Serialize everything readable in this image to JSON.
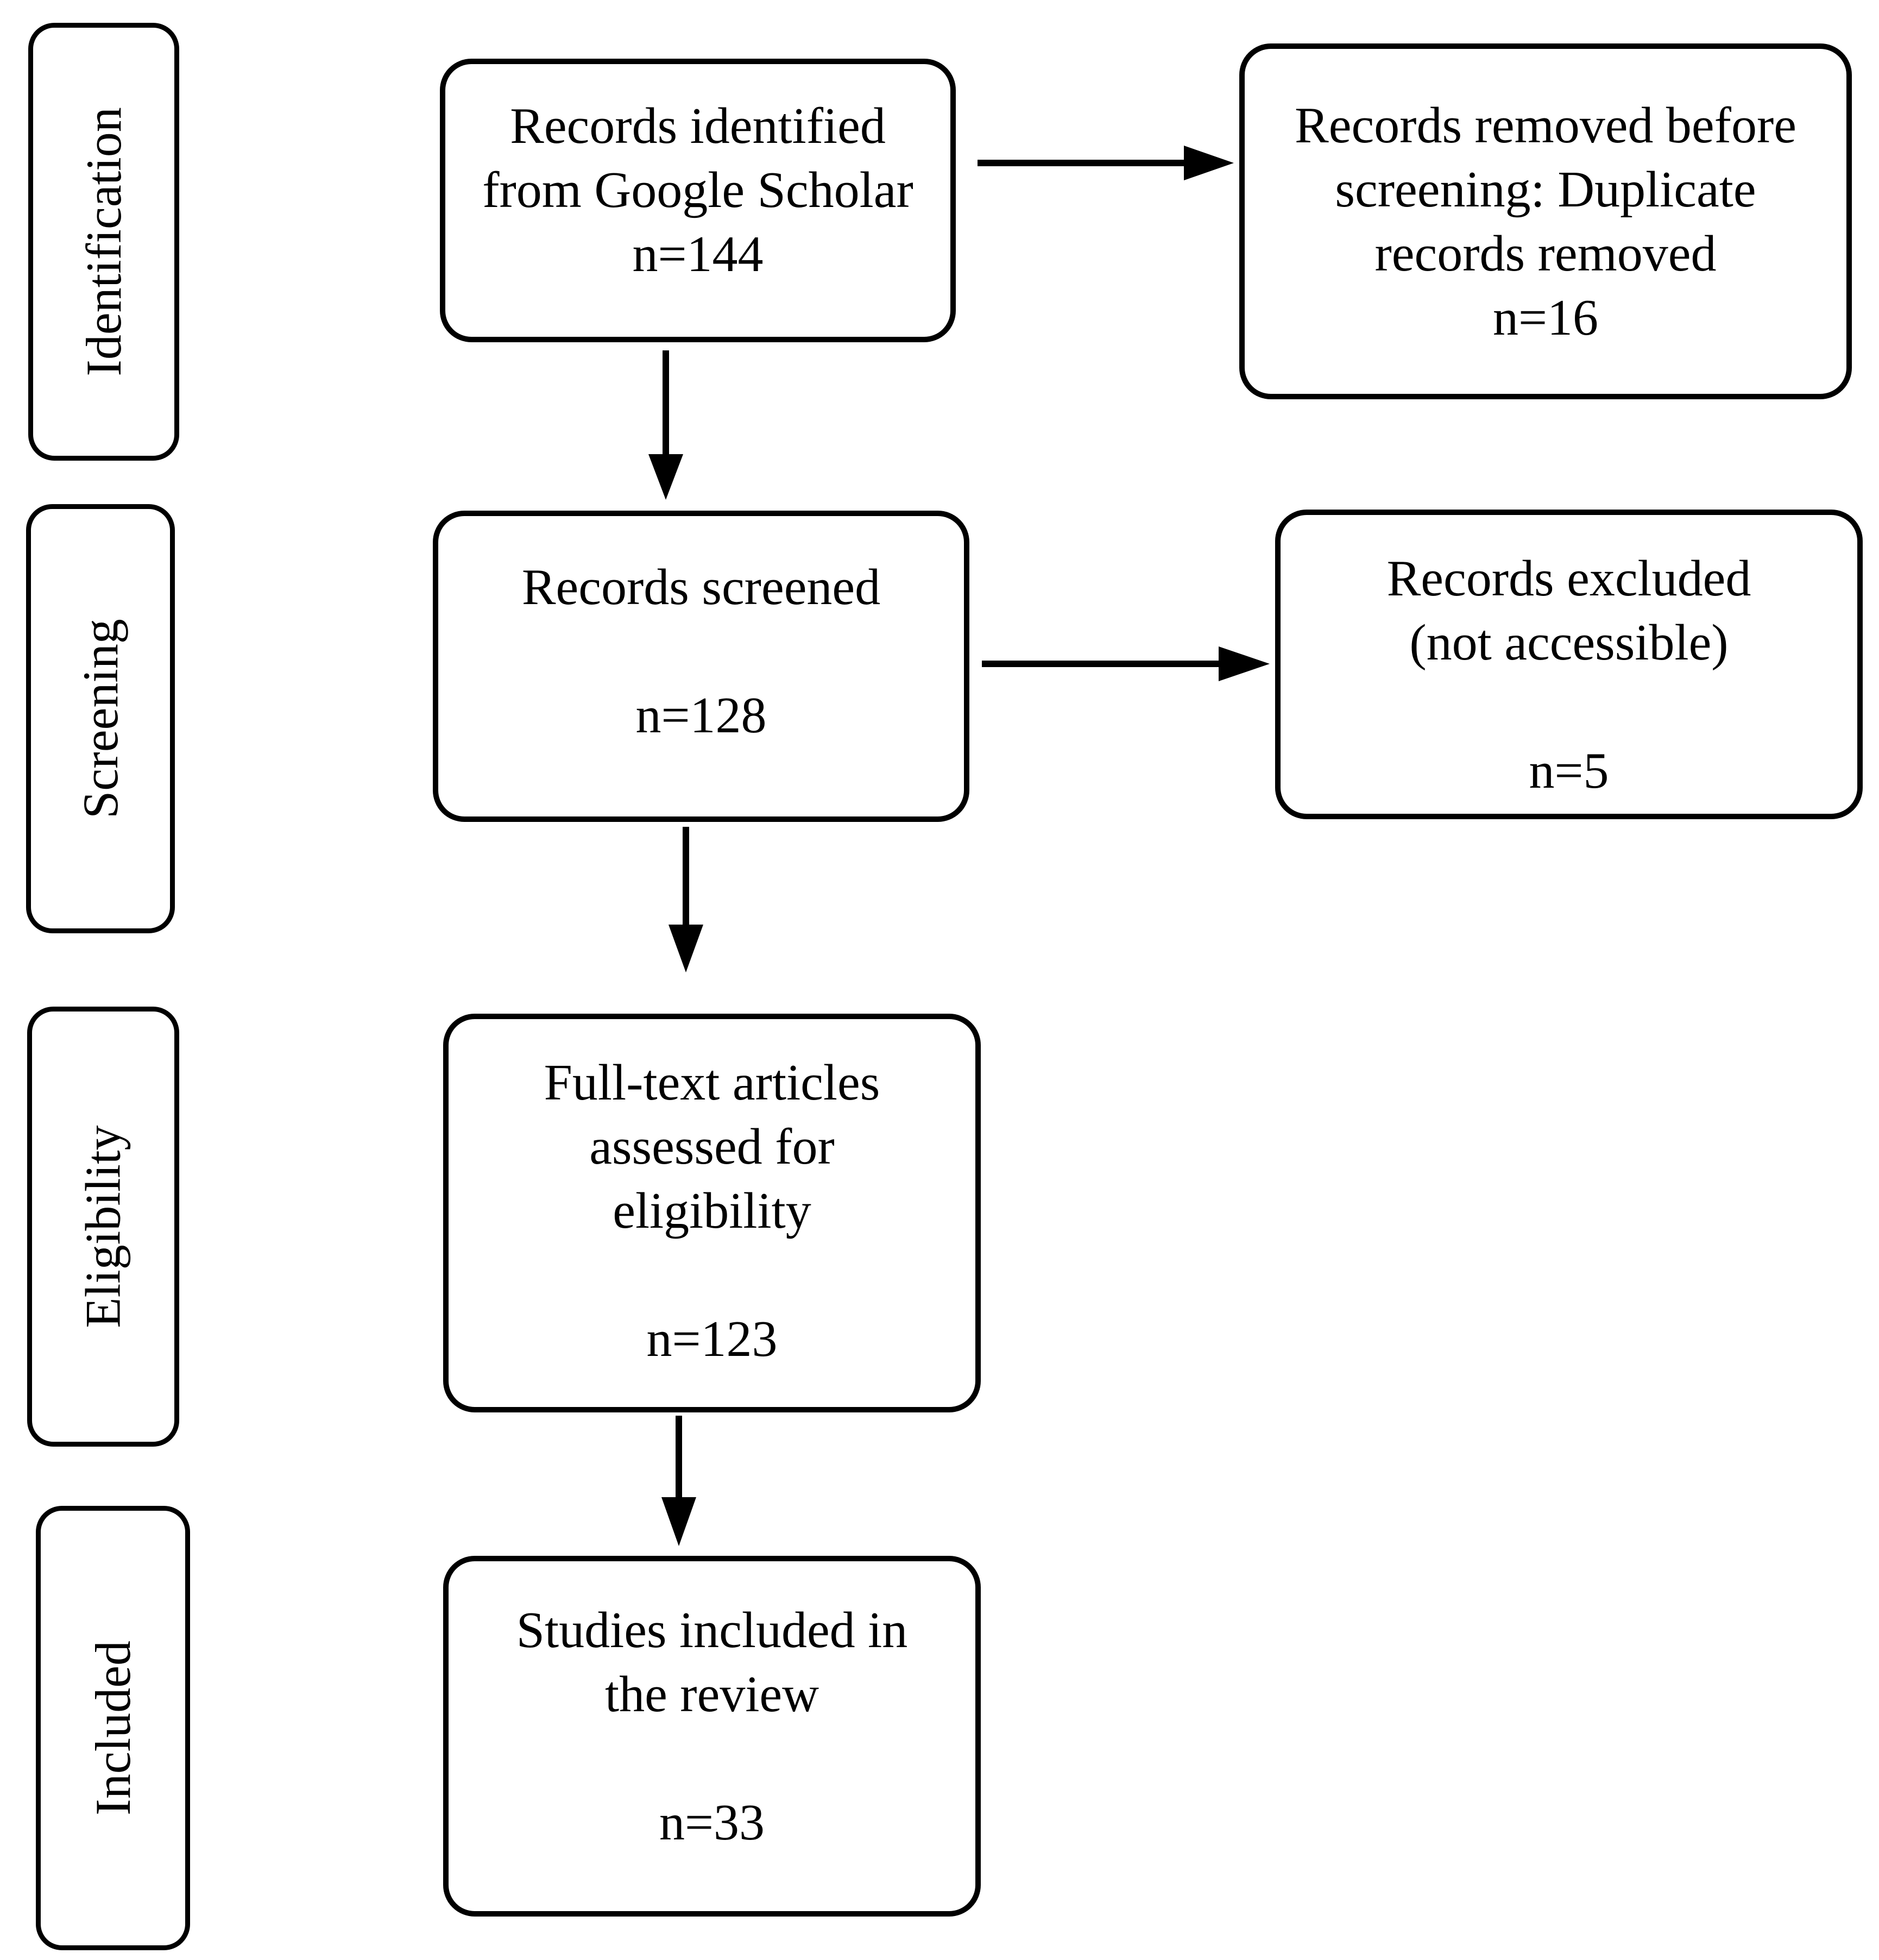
{
  "figure": {
    "kind": "prisma-flow-diagram",
    "background_color": "#ffffff",
    "line_color": "#000000",
    "text_color": "#000000"
  },
  "sidebar": {
    "stages": [
      {
        "label": "Identification"
      },
      {
        "label": "Screening"
      },
      {
        "label": "Eligibility"
      },
      {
        "label": "Included"
      }
    ]
  },
  "flow": {
    "identified": {
      "lines": [
        "Records identified",
        "from Google Scholar",
        "n=144"
      ]
    },
    "removed_before_screening": {
      "lines": [
        "Records removed before",
        "screening: Duplicate",
        "records removed",
        "n=16"
      ]
    },
    "screened": {
      "lines": [
        "Records screened",
        "",
        "n=128"
      ]
    },
    "excluded": {
      "lines": [
        "Records excluded",
        "(not accessible)",
        "",
        "n=5"
      ]
    },
    "full_text_assessed": {
      "lines": [
        "Full-text articles",
        "assessed for",
        "eligibility",
        "",
        "n=123"
      ]
    },
    "included_in_review": {
      "lines": [
        "Studies included in",
        "the review",
        "",
        "n=33"
      ]
    }
  }
}
